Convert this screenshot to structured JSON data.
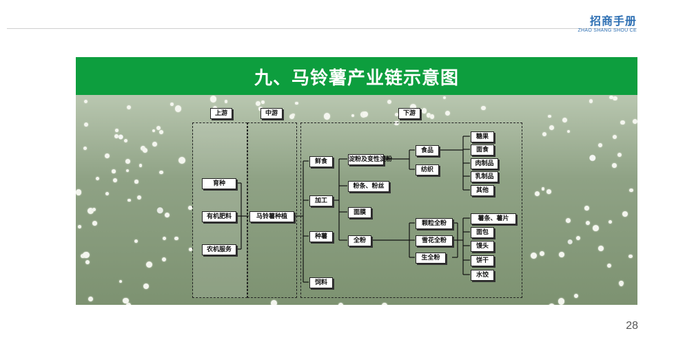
{
  "header": {
    "logo_cn": "招商手册",
    "logo_en": "ZHAO SHANG SHOU CE"
  },
  "title": "九、马铃薯产业链示意图",
  "page_number": "28",
  "colors": {
    "title_bar": "#0d9e3e",
    "logo": "#2d6fb3"
  },
  "diagram": {
    "segments": {
      "upstream": "上游",
      "midstream": "中游",
      "downstream": "下游"
    },
    "upstream_items": [
      "育种",
      "有机肥料",
      "农机服务"
    ],
    "midstream_item": "马铃薯种植",
    "downstream_uses": [
      "鲜食",
      "加工",
      "种薯",
      "饲料"
    ],
    "processing": [
      "淀粉及变性淀粉",
      "粉条、粉丝",
      "面膜",
      "全粉"
    ],
    "starch_products": [
      "食品",
      "纺织"
    ],
    "food_products": [
      "糖果",
      "面食",
      "肉制品",
      "乳制品",
      "其他"
    ],
    "flour_types": [
      "颗粒全粉",
      "雪花全粉",
      "生全粉"
    ],
    "flour_products": [
      "薯条、薯片",
      "面包",
      "馒头",
      "饼干",
      "水饺"
    ]
  }
}
